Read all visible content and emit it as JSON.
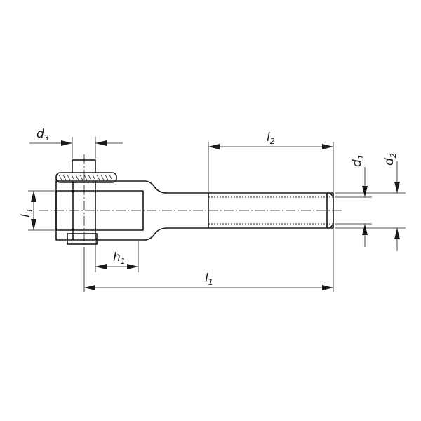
{
  "labels": {
    "d3": {
      "base": "d",
      "sub": "3"
    },
    "l2": {
      "base": "l",
      "sub": "2"
    },
    "d1": {
      "base": "d",
      "sub": "1"
    },
    "d2": {
      "base": "d",
      "sub": "2"
    },
    "l3": {
      "base": "l",
      "sub": "3"
    },
    "h1": {
      "base": "h",
      "sub": "1"
    },
    "l1": {
      "base": "l",
      "sub": "1"
    }
  }
}
